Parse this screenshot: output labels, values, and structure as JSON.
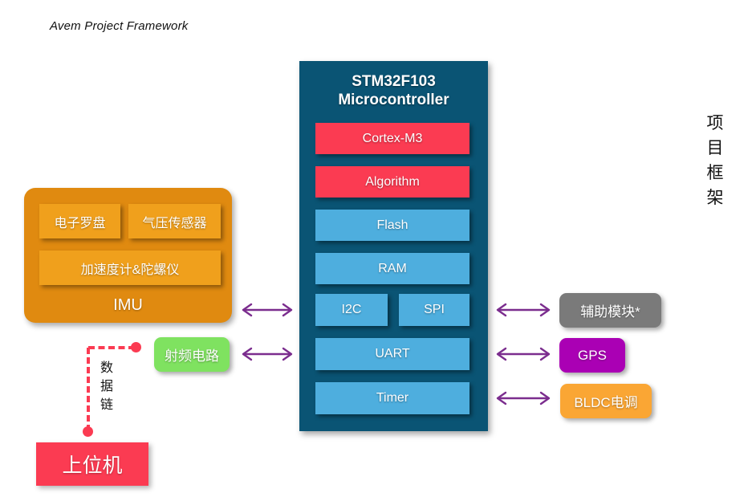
{
  "header": {
    "title": "Avem Project Framework"
  },
  "side_caption": {
    "chars": [
      "项",
      "目",
      "框",
      "架"
    ]
  },
  "mcu": {
    "title_line1": "STM32F103",
    "title_line2": "Microcontroller",
    "blocks": [
      {
        "label": "Cortex-M3",
        "color": "#fb3b52"
      },
      {
        "label": "Algorithm",
        "color": "#fb3b52"
      },
      {
        "label": "Flash",
        "color": "#4eaede"
      },
      {
        "label": "RAM",
        "color": "#4eaede"
      },
      {
        "label": "I2C",
        "color": "#4eaede"
      },
      {
        "label": "SPI",
        "color": "#4eaede"
      },
      {
        "label": "UART",
        "color": "#4eaede"
      },
      {
        "label": "Timer",
        "color": "#4eaede"
      }
    ]
  },
  "imu": {
    "label": "IMU",
    "sensors": [
      {
        "label": "电子罗盘"
      },
      {
        "label": "气压传感器"
      },
      {
        "label": "加速度计&陀螺仪"
      }
    ],
    "container_color": "#e08a10",
    "inner_color": "#f0a01c"
  },
  "rf": {
    "label": "射频电路",
    "color": "#7fe260"
  },
  "right_modules": [
    {
      "label": "辅助模块*",
      "color": "#7a7a7a"
    },
    {
      "label": "GPS",
      "color": "#aa00b4"
    },
    {
      "label": "BLDC电调",
      "color": "#faa634"
    }
  ],
  "host": {
    "label": "上位机",
    "color": "#fb3b52"
  },
  "datalink": {
    "chars": [
      "数",
      "据",
      "链"
    ],
    "color": "#fb3b52"
  },
  "arrows": {
    "color": "#7b2d8e",
    "count": 5
  }
}
